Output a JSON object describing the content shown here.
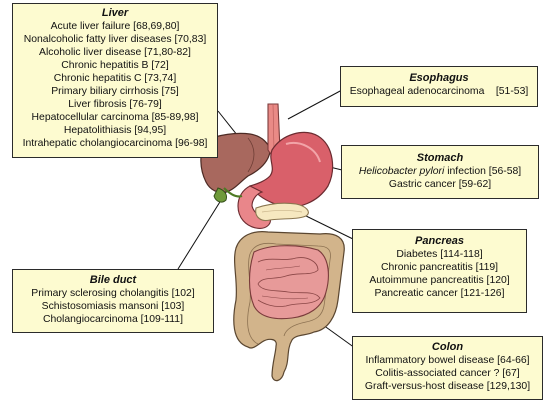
{
  "boxes": {
    "liver": {
      "title": "Liver",
      "items": [
        "Acute liver failure [68,69,80]",
        "Nonalcoholic fatty liver diseases [70,83]",
        "Alcoholic liver disease [71,80-82]",
        "Chronic hepatitis B [72]",
        "Chronic hepatitis C [73,74]",
        "Primary biliary cirrhosis [75]",
        "Liver fibrosis [76-79]",
        "Hepatocellular carcinoma [85-89,98]",
        "Hepatolithiasis [94,95]",
        "Intrahepatic cholangiocarcinoma [96-98]"
      ]
    },
    "esophagus": {
      "title": "Esophagus",
      "items": [
        "Esophageal adenocarcinoma    [51-53]"
      ]
    },
    "stomach": {
      "title": "Stomach",
      "item1_italic": "Helicobacter pylori",
      "item1_rest": " infection [56-58]",
      "item2": "Gastric cancer [59-62]"
    },
    "pancreas": {
      "title": "Pancreas",
      "items": [
        "Diabetes [114-118]",
        "Chronic pancreatitis [119]",
        "Autoimmune pancreatitis [120]",
        "Pancreatic cancer [121-126]"
      ]
    },
    "bileduct": {
      "title": "Bile duct",
      "items": [
        "Primary sclerosing cholangitis [102]",
        "Schistosomiasis mansoni [103]",
        "Cholangiocarcinoma [109-111]"
      ]
    },
    "colon": {
      "title": "Colon",
      "items": [
        "Inflammatory bowel disease [64-66]",
        "Colitis-associated cancer ? [67]",
        "Graft-versus-host disease [129,130]"
      ]
    }
  },
  "colors": {
    "box_fill": "#fdfbd0",
    "liver": "#a8685e",
    "stomach": "#d9606a",
    "esophagus": "#e98a86",
    "pancreas": "#f6e8c0",
    "small_intestine": "#e79a99",
    "colon": "#d2b48b",
    "gallbladder": "#6f9a3a"
  }
}
